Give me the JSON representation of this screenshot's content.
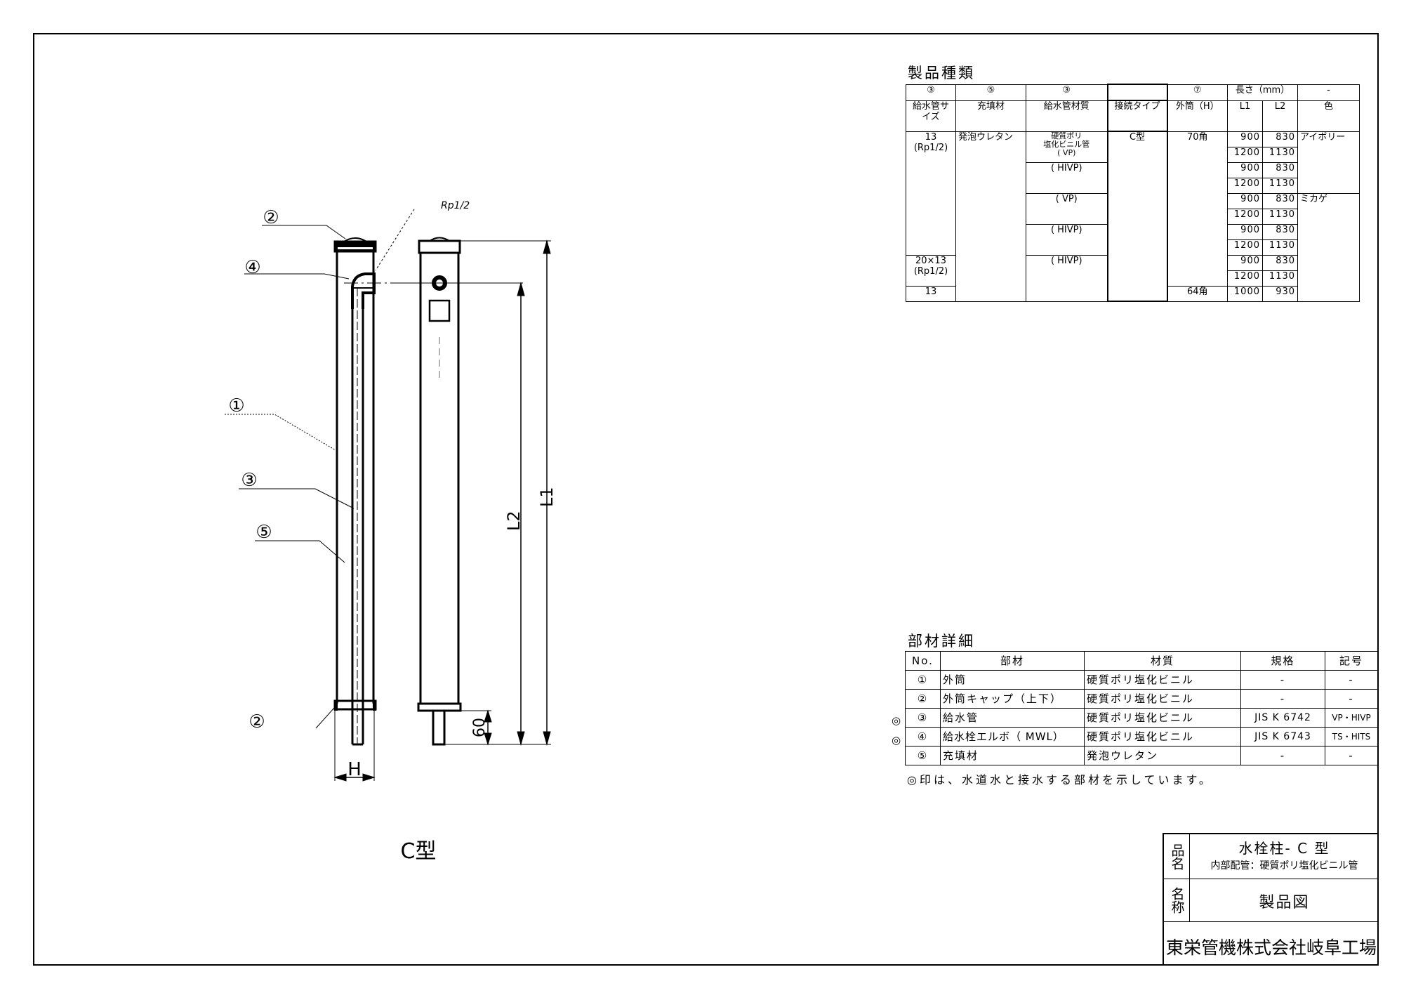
{
  "drawing": {
    "callouts": [
      "②",
      "④",
      "①",
      "③",
      "⑤",
      "②"
    ],
    "thread_label": "Rp1/2",
    "dim_L1": "L1",
    "dim_L2": "L2",
    "dim_60": "60",
    "dim_H": "H",
    "type_caption": "C型"
  },
  "product_table": {
    "title": "製品種類",
    "header_refs": [
      "③",
      "⑤",
      "③",
      "",
      "⑦",
      "長さ（mm）",
      "-"
    ],
    "headers": [
      "給水管サイズ",
      "充填材",
      "給水管材質",
      "接続タイプ",
      "外筒（H）",
      "L1",
      "L2",
      "色"
    ],
    "sizes": [
      "13\n(Rp1/2)",
      "20×13\n(Rp1/2)",
      "13"
    ],
    "filler": "発泡ウレタン",
    "materials": [
      "硬質ポリ\n塩化ビニル管\n( VP)",
      "( HIVP)",
      "( VP)",
      "( HIVP)",
      "( HIVP)"
    ],
    "connection": "C型",
    "outer": [
      "70角",
      "64角"
    ],
    "colors": [
      "アイボリー",
      "ミカゲ"
    ],
    "lengths": [
      {
        "L1": "900",
        "L2": "830"
      },
      {
        "L1": "1200",
        "L2": "1130"
      },
      {
        "L1": "900",
        "L2": "830"
      },
      {
        "L1": "1200",
        "L2": "1130"
      },
      {
        "L1": "900",
        "L2": "830"
      },
      {
        "L1": "1200",
        "L2": "1130"
      },
      {
        "L1": "900",
        "L2": "830"
      },
      {
        "L1": "1200",
        "L2": "1130"
      },
      {
        "L1": "900",
        "L2": "830"
      },
      {
        "L1": "1200",
        "L2": "1130"
      },
      {
        "L1": "1000",
        "L2": "930"
      }
    ]
  },
  "parts_table": {
    "title": "部材詳細",
    "headers": [
      "No.",
      "部材",
      "材質",
      "規格",
      "記号"
    ],
    "rows": [
      {
        "mark": "",
        "no": "①",
        "part": "外筒",
        "material": "硬質ポリ塩化ビニル",
        "standard": "-",
        "symbol": "-"
      },
      {
        "mark": "",
        "no": "②",
        "part": "外筒キャップ（上下）",
        "material": "硬質ポリ塩化ビニル",
        "standard": "-",
        "symbol": "-"
      },
      {
        "mark": "◎",
        "no": "③",
        "part": "給水管",
        "material": "硬質ポリ塩化ビニル",
        "standard": "JIS K 6742",
        "symbol": "VP・HIVP"
      },
      {
        "mark": "◎",
        "no": "④",
        "part": "給水栓エルボ（ MWL）",
        "material": "硬質ポリ塩化ビニル",
        "standard": "JIS K 6743",
        "symbol": "TS・HITS"
      },
      {
        "mark": "",
        "no": "⑤",
        "part": "充填材",
        "material": "発泡ウレタン",
        "standard": "-",
        "symbol": "-"
      }
    ],
    "note": "◎印は、水道水と接水する部材を示しています。"
  },
  "title_block": {
    "product_name_label": "品名",
    "product_name": "水栓柱- C 型",
    "product_subtitle": "内部配管：硬質ポリ塩化ビニル管",
    "name_label": "名称",
    "name": "製品図",
    "company": "東栄管機株式会社岐阜工場"
  }
}
